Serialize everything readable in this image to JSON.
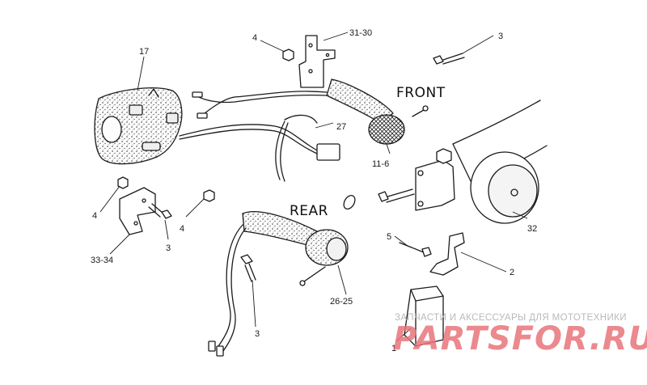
{
  "labels": {
    "front": "FRONT",
    "rear": "REAR",
    "p17": "17",
    "p4_top": "4",
    "p31_30": "31-30",
    "p3_top": "3",
    "p27": "27",
    "p11_6": "11-6",
    "p4_left": "4",
    "p3_left": "3",
    "p33_34": "33-34",
    "p4_mid": "4",
    "p3_bottom": "3",
    "p26_25": "26-25",
    "p32": "32",
    "p5": "5",
    "p2": "2",
    "p1": "1"
  },
  "watermark": {
    "caption": "ЗАПЧАСТИ И АКСЕССУАРЫ ДЛЯ МОТОТЕХНИКИ",
    "brand": "PARTSFOR.RU",
    "color": "#e8747a"
  }
}
